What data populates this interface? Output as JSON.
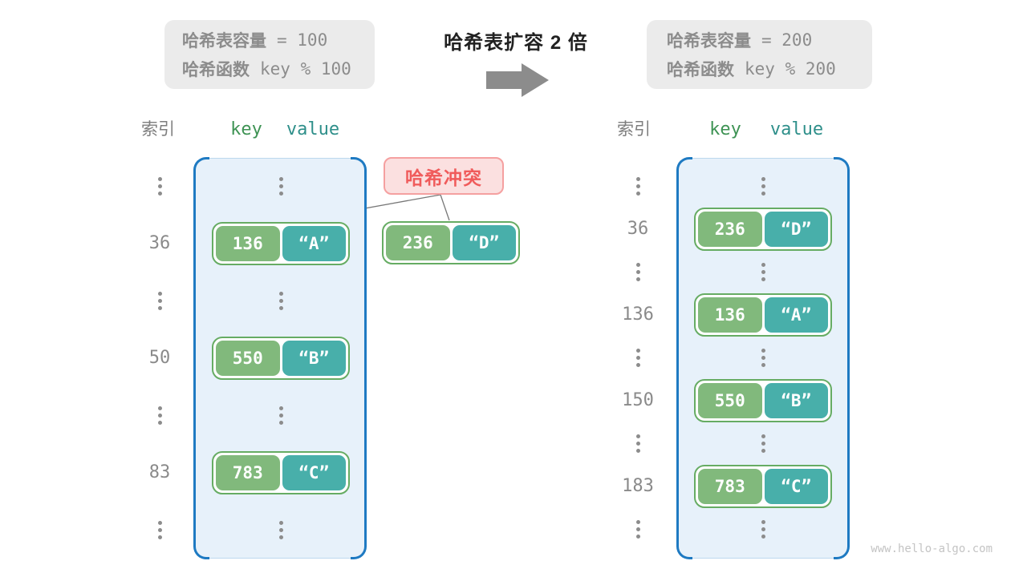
{
  "title": "哈希表扩容 2 倍",
  "info_box_left": {
    "capacity_label": "哈希表容量",
    "capacity_value": "= 100",
    "hash_fn_label": "哈希函数",
    "hash_fn_value": "key % 100"
  },
  "info_box_right": {
    "capacity_label": "哈希表容量",
    "capacity_value": "= 200",
    "hash_fn_label": "哈希函数",
    "hash_fn_value": "key % 200"
  },
  "collision": {
    "label": "哈希冲突",
    "pair": {
      "key": "236",
      "value": "“D”"
    }
  },
  "left_table": {
    "headers": {
      "index": "索引",
      "key": "key",
      "value": "value"
    },
    "rows": [
      {
        "type": "dots"
      },
      {
        "type": "entry",
        "index": "36",
        "key": "136",
        "value": "“A”"
      },
      {
        "type": "dots"
      },
      {
        "type": "entry",
        "index": "50",
        "key": "550",
        "value": "“B”"
      },
      {
        "type": "dots"
      },
      {
        "type": "entry",
        "index": "83",
        "key": "783",
        "value": "“C”"
      },
      {
        "type": "dots"
      }
    ]
  },
  "right_table": {
    "headers": {
      "index": "索引",
      "key": "key",
      "value": "value"
    },
    "rows": [
      {
        "type": "dots"
      },
      {
        "type": "entry",
        "index": "36",
        "key": "236",
        "value": "“D”"
      },
      {
        "type": "dots"
      },
      {
        "type": "entry",
        "index": "136",
        "key": "136",
        "value": "“A”"
      },
      {
        "type": "dots"
      },
      {
        "type": "entry",
        "index": "150",
        "key": "550",
        "value": "“B”"
      },
      {
        "type": "dots"
      },
      {
        "type": "entry",
        "index": "183",
        "key": "783",
        "value": "“C”"
      },
      {
        "type": "dots"
      }
    ]
  },
  "watermark": "www.hello-algo.com",
  "icons": {
    "arrow": "right-block-arrow",
    "ellipsis": "vertical-dots"
  },
  "colors": {
    "key_green": "#81B97C",
    "value_teal": "#48AFAA",
    "pair_border_green": "#66AC63",
    "table_fill": "#E7F1FA",
    "table_border_blue": "#1E7AC2",
    "info_box_gray": "#EBEBEB",
    "gray_text": "#8C8C8C",
    "header_key_green": "#3E9354",
    "header_value_teal": "#2E8F8A",
    "collision_red": "#F05B5B",
    "collision_bg": "#FBE0E0",
    "collision_border": "#F5A0A0",
    "title_black": "#212121"
  }
}
